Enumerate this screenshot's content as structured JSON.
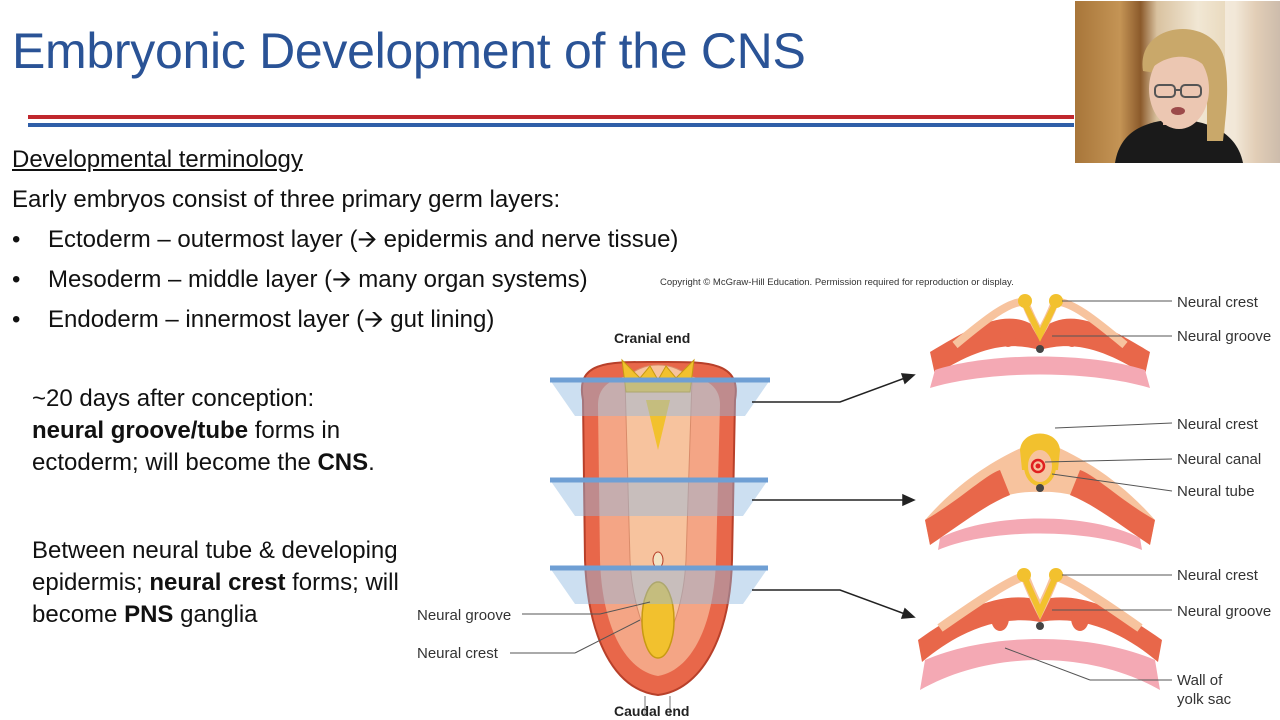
{
  "slide": {
    "title": "Embryonic Development of the CNS",
    "subheading": "Developmental terminology",
    "intro": "Early embryos consist of three primary germ layers:",
    "bullets": [
      "Ectoderm – outermost layer (🡪 epidermis and nerve tissue)",
      "Mesoderm – middle layer (🡪 many organ systems)",
      "Endoderm – innermost layer (🡪 gut lining)"
    ],
    "para1": {
      "t1": "~20 days after conception:",
      "b1": "neural groove/tube",
      "t2": " forms in ectoderm; will become the ",
      "b2": "CNS",
      "t3": "."
    },
    "para2": {
      "t1": "Between neural tube & developing epidermis; ",
      "b1": "neural crest",
      "t2": " forms; will become ",
      "b2": "PNS",
      "t3": " ganglia"
    }
  },
  "figure": {
    "copyright": "Copyright © McGraw-Hill Education. Permission required for reproduction or display.",
    "cranial_end": "Cranial end",
    "caudal_end": "Caudal end",
    "left_labels": {
      "neural_groove": "Neural groove",
      "neural_crest": "Neural crest"
    },
    "section1": {
      "crest": "Neural crest",
      "groove": "Neural groove"
    },
    "section2": {
      "crest": "Neural crest",
      "canal": "Neural canal",
      "tube": "Neural tube"
    },
    "section3": {
      "crest": "Neural crest",
      "groove": "Neural groove",
      "wall_1": "Wall of",
      "wall_2": "yolk sac"
    }
  },
  "colors": {
    "title": "#2a5396",
    "rule_red": "#c0272d",
    "rule_blue": "#2f5fa8",
    "tissue_red": "#e8674a",
    "neural_yellow": "#f2c12e",
    "pink": "#f4a9b4",
    "plane_blue": "#8fb8e0"
  },
  "webcam": {
    "icon": "presenter-video"
  }
}
